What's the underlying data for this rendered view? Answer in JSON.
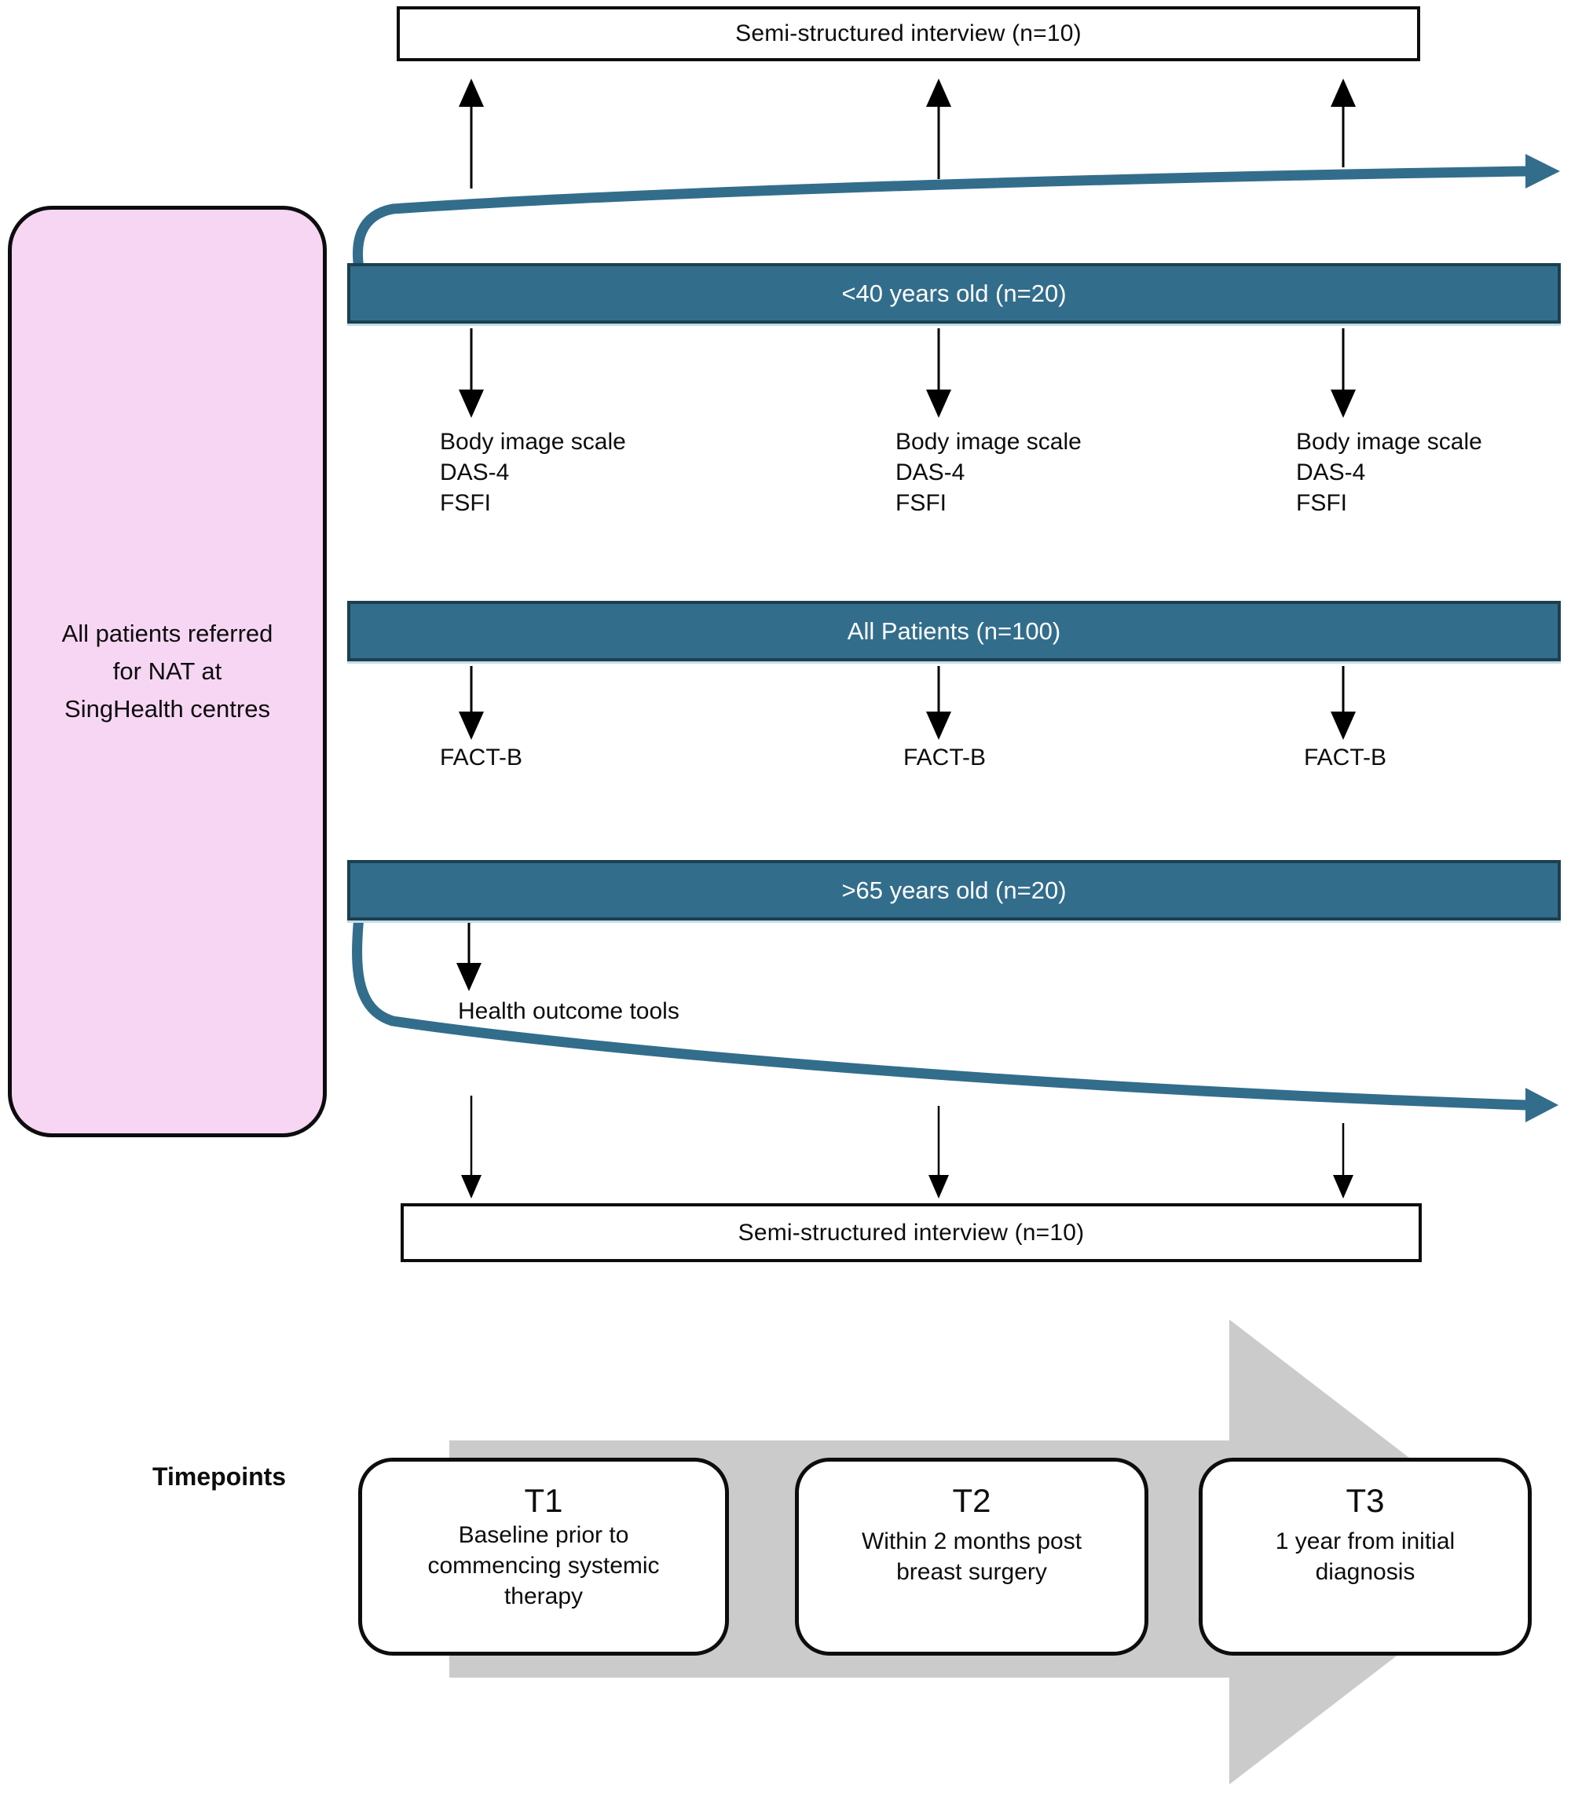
{
  "colors": {
    "teal": "#336d8c",
    "teal-dark": "#1b4050",
    "teal-hi": "#c3dcec",
    "pink": "#f7d6f4",
    "gray": "#cbcbcb",
    "ink": "#0d0d0d",
    "white": "#ffffff"
  },
  "top_interview_box": {
    "label": "Semi-structured interview (n=10)"
  },
  "bottom_interview_box": {
    "label": "Semi-structured interview (n=10)"
  },
  "source_box": {
    "lines": [
      "All patients referred",
      "for NAT at",
      "SingHealth centres"
    ]
  },
  "cohort_bars": [
    {
      "label": "<40 years old (n=20)"
    },
    {
      "label": "All Patients (n=100)"
    },
    {
      "label": ">65 years old (n=20)"
    }
  ],
  "measures": {
    "under40": [
      "Body image scale",
      "DAS-4",
      "FSFI"
    ],
    "all_patients": "FACT-B",
    "over65": "Health outcome tools"
  },
  "timepoints": {
    "label": "Timepoints",
    "items": [
      {
        "title": "T1",
        "lines": [
          "Baseline prior to",
          "commencing systemic",
          "therapy"
        ]
      },
      {
        "title": "T2",
        "lines": [
          "Within 2 months post",
          "breast surgery",
          ""
        ]
      },
      {
        "title": "T3",
        "lines": [
          "1 year from initial",
          "diagnosis",
          ""
        ]
      }
    ]
  }
}
